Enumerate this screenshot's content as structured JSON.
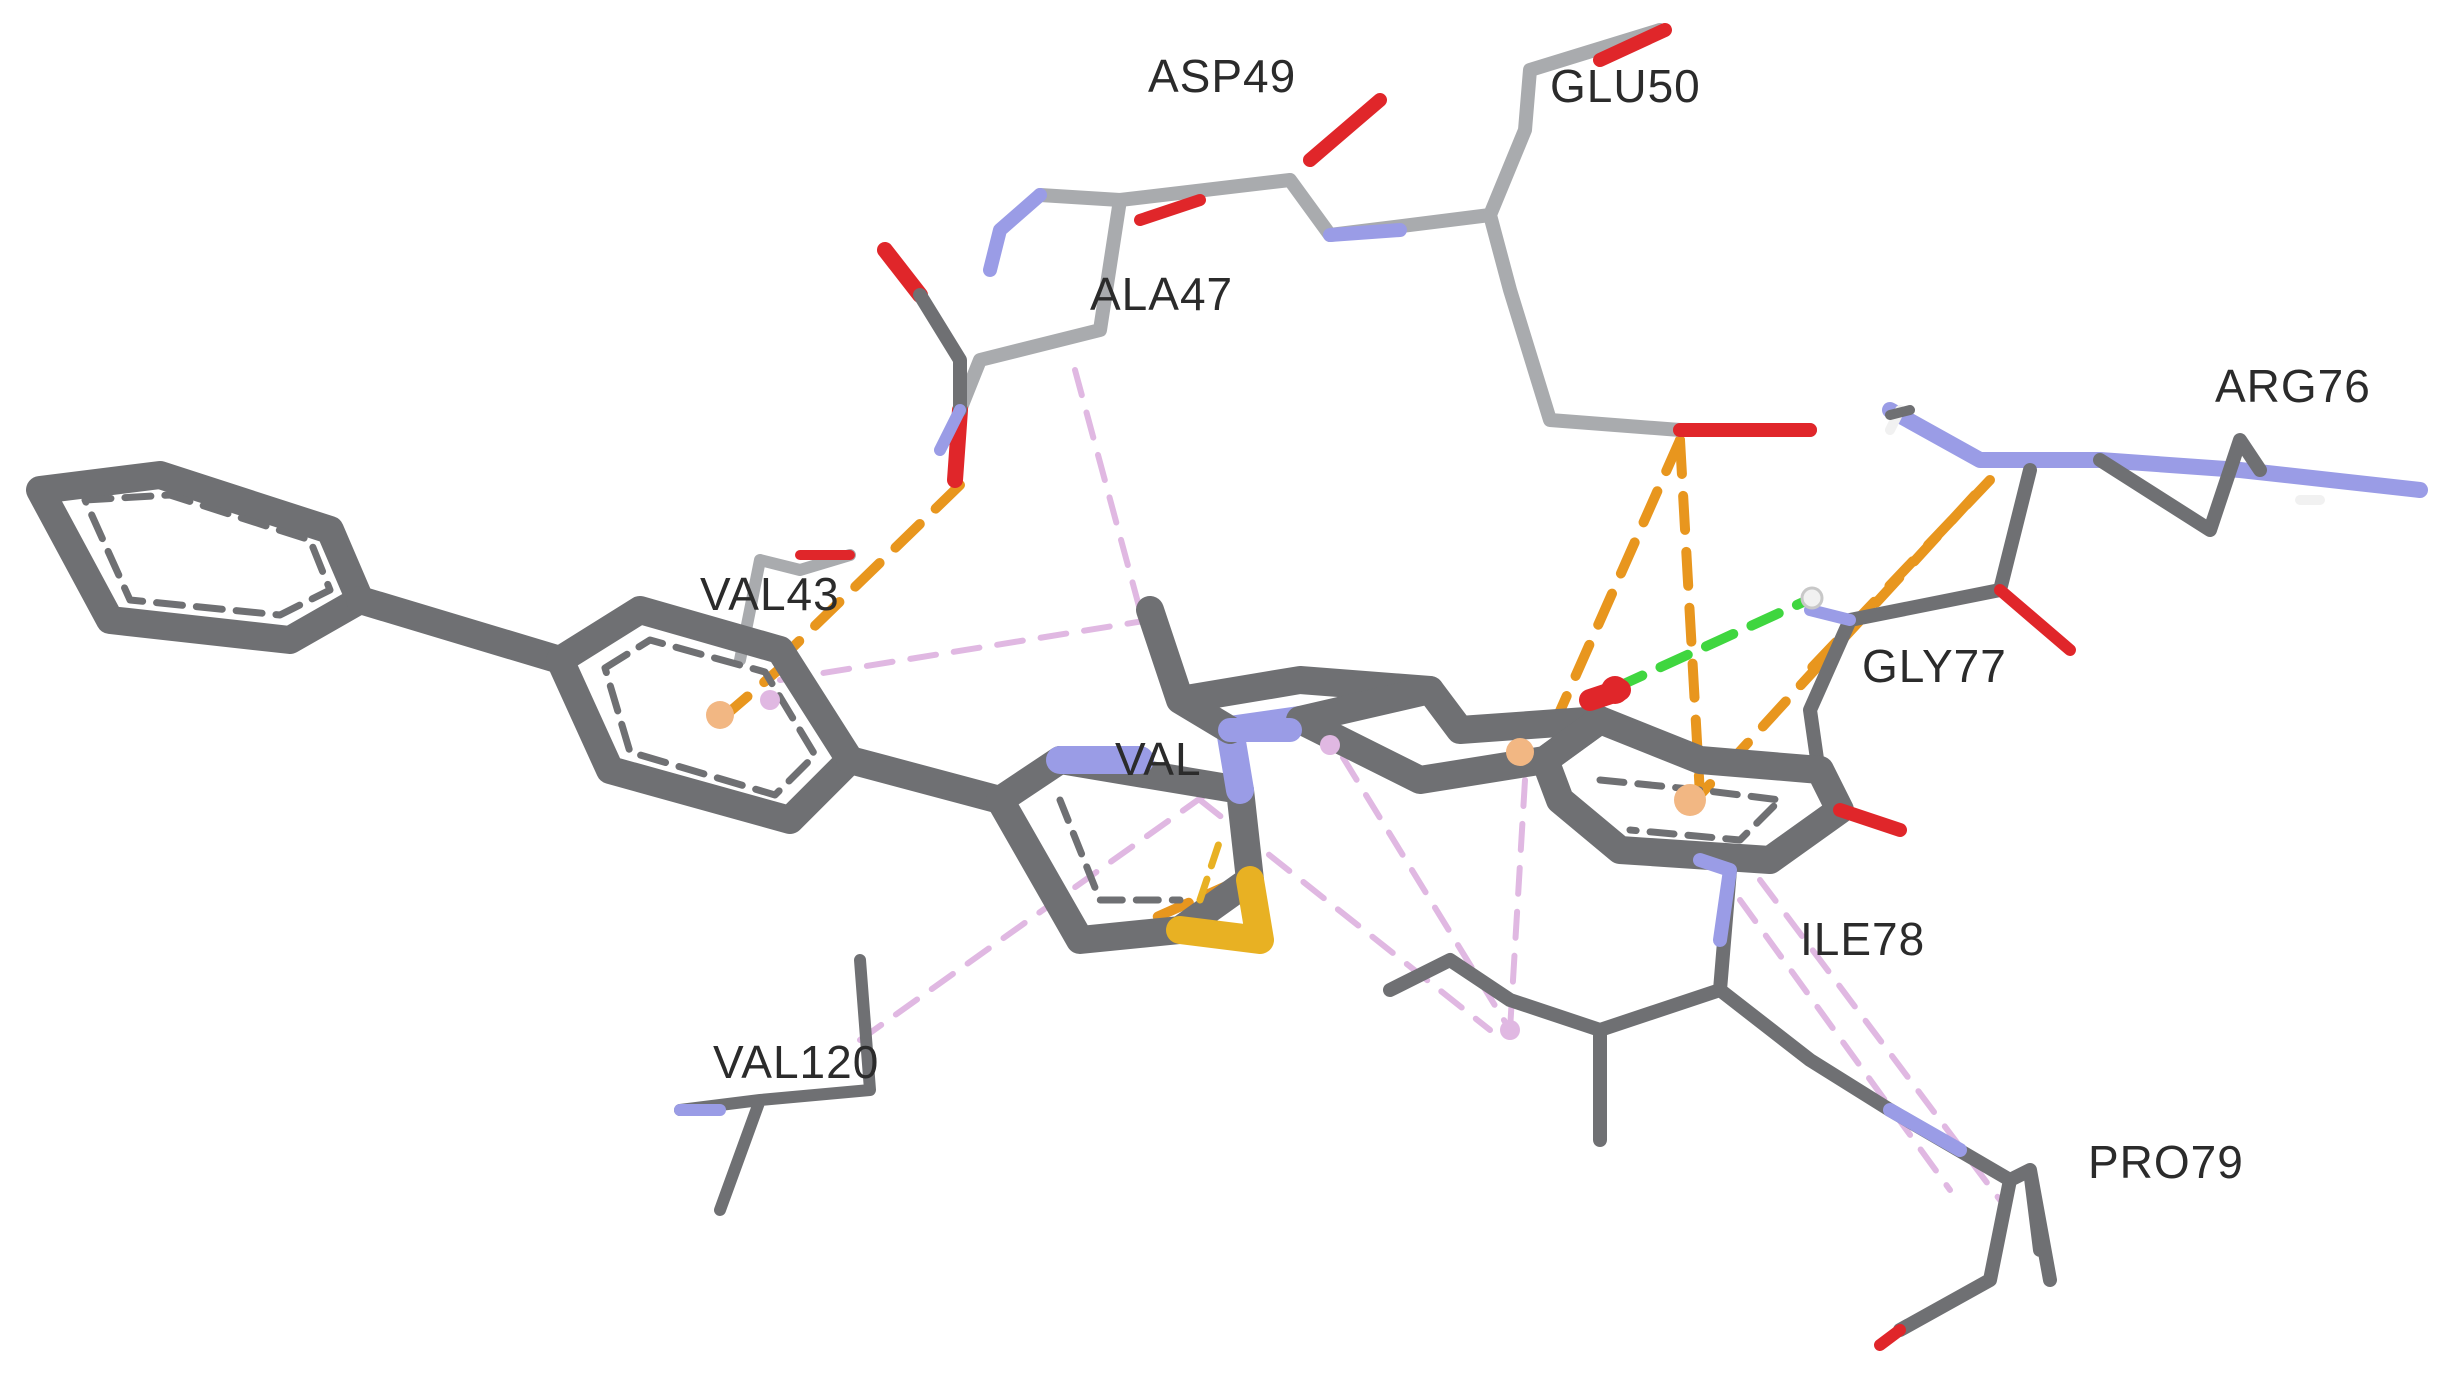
{
  "colors": {
    "carbon": "#6f7073",
    "carbon_light": "#a9abae",
    "nitrogen": "#9a9ce6",
    "oxygen": "#e0262a",
    "sulfur": "#e8b123",
    "hydrogen": "#f1f1f1",
    "pi_interaction": "#e8961e",
    "hydrogen_bond": "#3fd63f",
    "alkyl_interaction": "#e0b8e2",
    "centroid": "#f2b783",
    "label": "#2b2b2b"
  },
  "residue_labels": {
    "asp49": "ASP49",
    "glu50": "GLU50",
    "ala47": "ALA47",
    "arg76": "ARG76",
    "val43": "VAL43",
    "gly77": "GLY77",
    "val_partial": "VAL",
    "ile78": "ILE78",
    "val120": "VAL120",
    "pro79": "PRO79"
  }
}
